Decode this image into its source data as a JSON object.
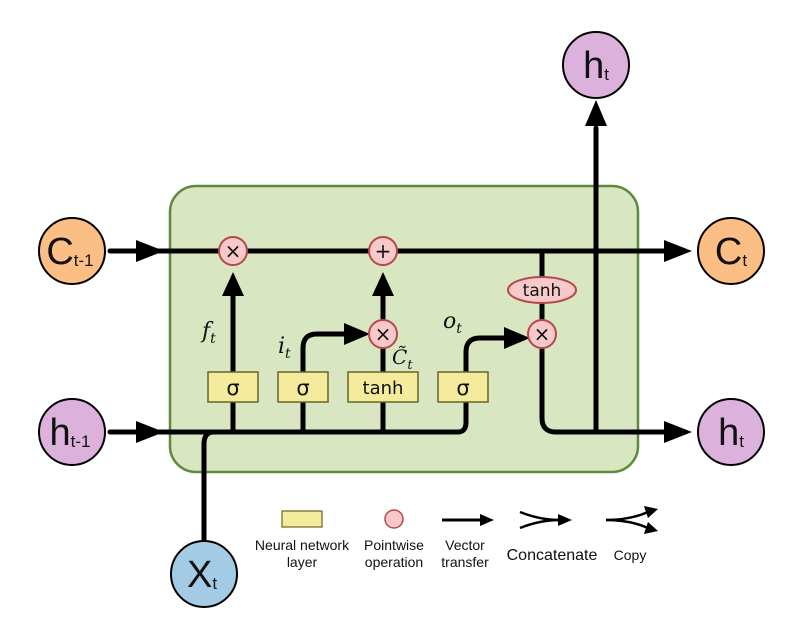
{
  "colors": {
    "cell_fill": "#d8e6c1",
    "cell_stroke": "#5e8a3c",
    "layer_fill": "#f4ec9c",
    "layer_stroke": "#6b6424",
    "pointwise_fill": "#f7c9cb",
    "pointwise_stroke": "#b6484c",
    "c_node": "#fbbf85",
    "h_node": "#dcb2dd",
    "x_node": "#a4cbe6",
    "line": "#000000"
  },
  "nodes": {
    "c_prev": {
      "main": "C",
      "sub": "t-1"
    },
    "h_prev": {
      "main": "h",
      "sub": "t-1"
    },
    "c_out": {
      "main": "C",
      "sub": "t"
    },
    "h_out_side": {
      "main": "h",
      "sub": "t"
    },
    "h_out_top": {
      "main": "h",
      "sub": "t"
    },
    "x_in": {
      "main": "X",
      "sub": "t"
    }
  },
  "layers": {
    "forget": "σ",
    "input": "σ",
    "candidate": "tanh",
    "output": "σ"
  },
  "ops": {
    "multiply": "×",
    "add": "+",
    "tanh": "tanh"
  },
  "gate_labels": {
    "forget": {
      "main": "f",
      "sub": "t"
    },
    "input": {
      "main": "i",
      "sub": "t"
    },
    "output": {
      "main": "o",
      "sub": "t"
    },
    "candidate": {
      "main": "C̃",
      "sub": "t"
    }
  },
  "legend": {
    "neural_network_layer": [
      "Neural network",
      "layer"
    ],
    "pointwise_operation": [
      "Pointwise",
      "operation"
    ],
    "vector_transfer": [
      "Vector",
      "transfer"
    ],
    "concatenate": "Concatenate",
    "copy": "Copy"
  }
}
